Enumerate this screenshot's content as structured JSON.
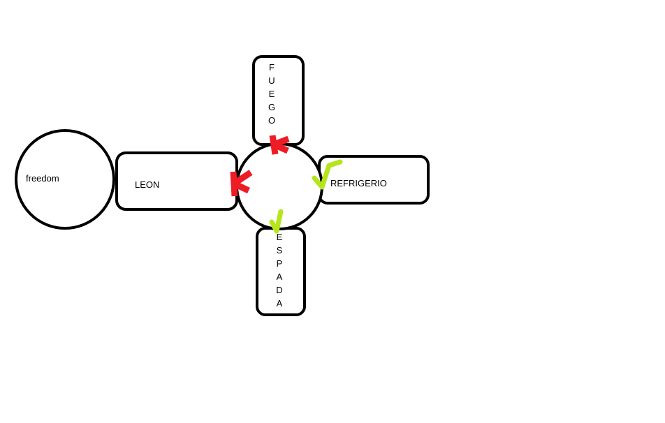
{
  "diagram": {
    "nodes": {
      "freedom": {
        "label": "freedom"
      },
      "leon": {
        "label": "LEON",
        "status": "x"
      },
      "fuego": {
        "label": "FUEGO",
        "status": "x"
      },
      "refrigerio": {
        "label": "REFRIGERIO",
        "status": "check"
      },
      "espada": {
        "label": "ESPADA",
        "status": "check"
      }
    },
    "colors": {
      "outline": "#000000",
      "x_mark": "#ee1c25",
      "check_mark": "#b5e61d"
    }
  }
}
